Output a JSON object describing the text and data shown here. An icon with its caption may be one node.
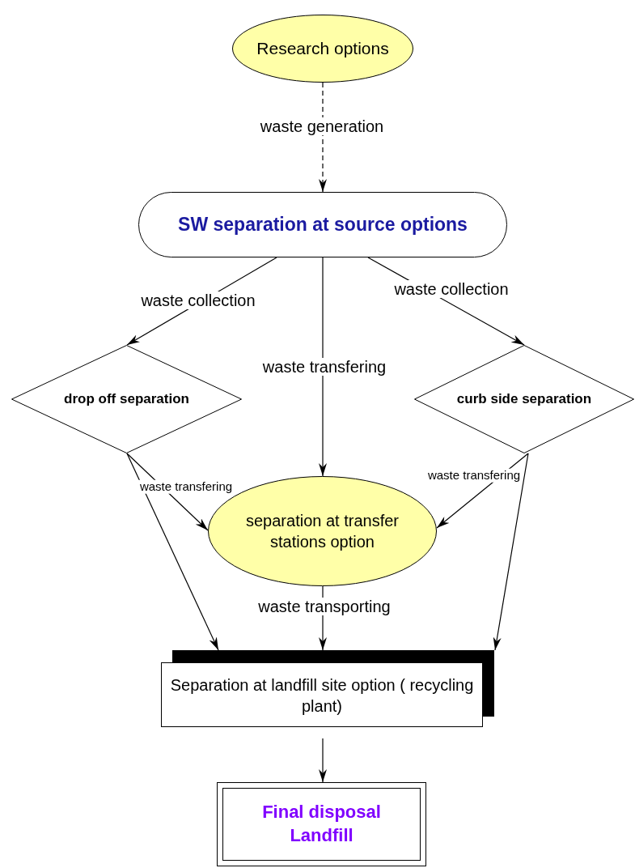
{
  "diagram": {
    "nodes": [
      {
        "text": [
          "Research options"
        ]
      },
      {
        "text": [
          "SW separation at source options"
        ]
      },
      {
        "text": [
          "drop off separation"
        ]
      },
      {
        "text": [
          "curb side separation"
        ]
      },
      {
        "text": [
          "separation at transfer stations option"
        ]
      },
      {
        "text": [
          "Separation at landfill site option ( recycling plant)"
        ]
      },
      {
        "text": [
          "Final disposal Landfill"
        ]
      }
    ],
    "edges": [
      {
        "from": 0,
        "to": 1,
        "arrow": "to",
        "label": "waste generation",
        "style": "dashed"
      },
      {
        "from": 1,
        "to": 2,
        "arrow": "to",
        "label": "waste collection"
      },
      {
        "from": 1,
        "to": 4,
        "arrow": "to",
        "label": "waste transfering"
      },
      {
        "from": 1,
        "to": 3,
        "arrow": "to",
        "label": "waste collection"
      },
      {
        "from": 2,
        "to": 4,
        "arrow": "to",
        "label": "waste transfering"
      },
      {
        "from": 2,
        "to": 5,
        "arrow": "to"
      },
      {
        "from": 3,
        "to": 4,
        "arrow": "to",
        "label": "waste transfering"
      },
      {
        "from": 3,
        "to": 5,
        "arrow": "to"
      },
      {
        "from": 4,
        "to": 5,
        "arrow": "to",
        "label": "waste transporting"
      },
      {
        "from": 5,
        "to": 6,
        "arrow": "to"
      }
    ]
  }
}
